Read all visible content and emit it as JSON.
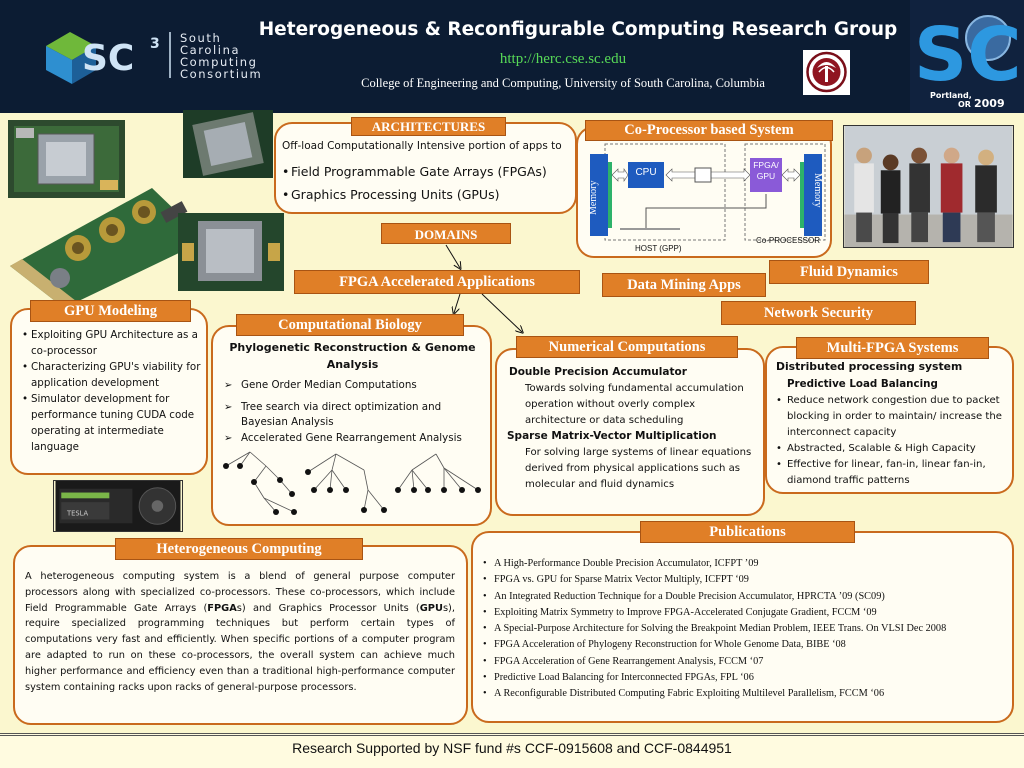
{
  "header": {
    "title": "Heterogeneous & Reconfigurable Computing Research Group",
    "url": "http://herc.cse.sc.edu",
    "college": "College of Engineering and Computing, University of South Carolina, Columbia",
    "sc3_logo": {
      "mark": "SC",
      "superscript": "3",
      "lines": [
        "South",
        "Carolina",
        "Computing",
        "Consortium"
      ]
    },
    "sc09_logo": {
      "mark": "SC",
      "caption_city": "Portland,",
      "caption_state": "OR",
      "caption_year": "2009"
    }
  },
  "architectures": {
    "label": "ARCHITECTURES",
    "intro": "Off-load Computationally Intensive portion of apps to",
    "items": [
      "Field Programmable Gate Arrays (FPGAs)",
      "Graphics Processing Units (GPUs)"
    ]
  },
  "coprocessor": {
    "label": "Co-Processor based System",
    "memory_left": "Memory",
    "cpu": "CPU",
    "fpga_gpu": "FPGA/ GPU",
    "memory_right": "Memory",
    "host": "HOST (GPP)",
    "co_processor": "Co-PROCESSOR"
  },
  "domains": {
    "label": "DOMAINS"
  },
  "fpga_apps": {
    "label": "FPGA Accelerated Applications"
  },
  "data_mining": {
    "label": "Data Mining Apps"
  },
  "fluid_dynamics": {
    "label": "Fluid Dynamics"
  },
  "network_security": {
    "label": "Network Security"
  },
  "gpu_modeling": {
    "label": "GPU Modeling",
    "items": [
      "Exploiting GPU Architecture as a co-processor",
      "Characterizing GPU's  viability for application development",
      "Simulator development for performance tuning CUDA code operating at intermediate language"
    ]
  },
  "comp_bio": {
    "label": "Computational Biology",
    "heading": "Phylogenetic Reconstruction & Genome Analysis",
    "items": [
      "Gene Order Median Computations",
      "Tree search via direct optimization and Bayesian Analysis",
      "Accelerated Gene Rearrangement Analysis"
    ]
  },
  "numerical": {
    "label": "Numerical Computations",
    "h1": "Double Precision Accumulator",
    "p1": "Towards solving fundamental accumulation operation without overly complex architecture or data scheduling",
    "h2": "Sparse Matrix-Vector Multiplication",
    "p2": "For solving large systems of linear equations derived from physical applications such as molecular and fluid dynamics"
  },
  "multi_fpga": {
    "label": "Multi-FPGA Systems",
    "h1": "Distributed processing system",
    "h2": "Predictive Load Balancing",
    "items": [
      "Reduce network congestion due to packet blocking in order to maintain/ increase the interconnect capacity",
      "Abstracted, Scalable & High Capacity",
      "Effective for linear, fan-in, linear fan-in, diamond traffic patterns"
    ]
  },
  "hetero": {
    "label": "Heterogeneous Computing",
    "t1": "A heterogeneous computing system is a blend of general purpose computer processors along with specialized co-processors. These co-processors, which include Field Programmable Gate Arrays (",
    "b1": "FPGA",
    "t2": "s) and Graphics Processor Units (",
    "b2": "GPU",
    "t3": "s), require specialized programming techniques but perform certain types of computations very fast and efficiently. When specific portions of a computer program are adapted to run on these co-processors, the overall system can achieve much higher performance and efficiency even than a traditional high-performance computer system containing racks upon racks of general-purpose processors."
  },
  "publications": {
    "label": "Publications",
    "items": [
      "A High-Performance Double Precision Accumulator, ICFPT ’09",
      "FPGA vs. GPU for Sparse Matrix Vector Multiply, ICFPT ‘09",
      "An Integrated Reduction Technique for a Double Precision Accumulator, HPRCTA ’09 (SC09)",
      "Exploiting Matrix Symmetry to Improve FPGA-Accelerated Conjugate Gradient, FCCM ‘09",
      "A Special-Purpose Architecture for Solving the Breakpoint Median Problem, IEEE Trans. On VLSI Dec 2008",
      "FPGA Acceleration of Phylogeny Reconstruction for Whole Genome Data, BIBE ‘08",
      "FPGA Acceleration of Gene Rearrangement Analysis, FCCM ‘07",
      "Predictive Load Balancing for Interconnected FPGAs, FPL ‘06",
      "A Reconfigurable Distributed Computing Fabric Exploiting Multilevel Parallelism, FCCM ‘06"
    ]
  },
  "photos": {
    "gpu_card_brand": "TESLA"
  },
  "footer": "Research Supported by NSF fund #s CCF-0915608 and CCF-0844951",
  "colors": {
    "header_bg": "#0c1c33",
    "poster_bg": "#fbf7cf",
    "label_orange": "#e07f27",
    "border_orange": "#c96a1d",
    "url_green": "#57d957"
  }
}
